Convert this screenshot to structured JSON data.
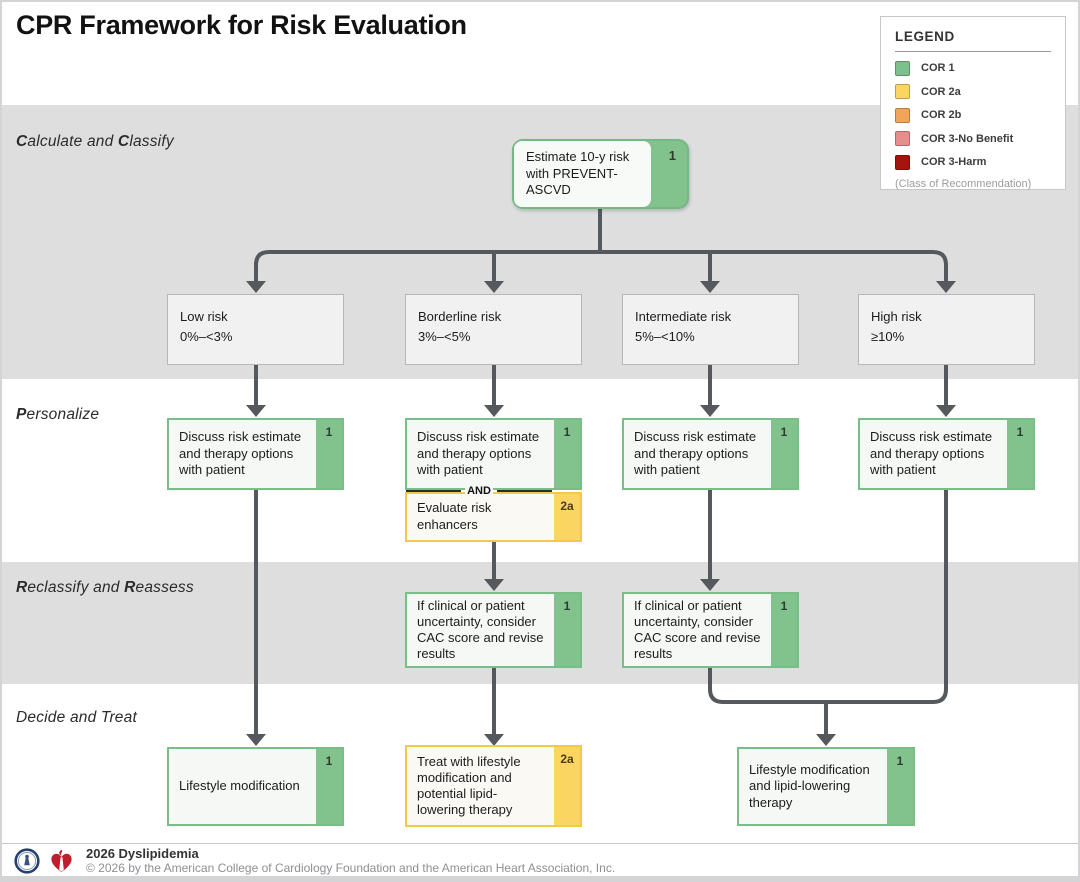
{
  "title": "CPR Framework for Risk Evaluation",
  "legend": {
    "title": "LEGEND",
    "items": [
      {
        "label": "COR 1",
        "color": "#7cc18b"
      },
      {
        "label": "COR 2a",
        "color": "#fbd562"
      },
      {
        "label": "COR 2b",
        "color": "#f2a458"
      },
      {
        "label": "COR 3-No Benefit",
        "color": "#e98c8c"
      },
      {
        "label": "COR 3-Harm",
        "color": "#a4150d"
      }
    ],
    "note": "(Class of Recommendation)"
  },
  "sections": {
    "calculate": {
      "b1": "C",
      "r1": "alculate and ",
      "b2": "C",
      "r2": "lassify"
    },
    "personalize": {
      "b1": "P",
      "r1": "ersonalize"
    },
    "reclassify": {
      "b1": "R",
      "r1": "eclassify and ",
      "b2": "R",
      "r2": "eassess"
    },
    "decide": {
      "r1": "Decide and Treat"
    }
  },
  "flow": {
    "estimate": {
      "text": "Estimate 10-y risk with PREVENT-ASCVD",
      "cor": "1"
    },
    "risk_categories": [
      {
        "title": "Low risk",
        "range": "0%–<3%"
      },
      {
        "title": "Borderline risk",
        "range": "3%–<5%"
      },
      {
        "title": "Intermediate risk",
        "range": "5%–<10%"
      },
      {
        "title": "High risk",
        "range": "≥10%"
      }
    ],
    "discuss": {
      "text": "Discuss risk estimate and therapy options with patient",
      "cor": "1"
    },
    "and_label": "AND",
    "evaluate": {
      "text": "Evaluate risk enhancers",
      "cor": "2a"
    },
    "cac": {
      "text": "If clinical or patient uncertainty, consider CAC score and revise results",
      "cor": "1"
    },
    "treat_low": {
      "text": "Lifestyle modification",
      "cor": "1"
    },
    "treat_borderline": {
      "text": "Treat with lifestyle modification and potential lipid-lowering therapy",
      "cor": "2a"
    },
    "treat_high": {
      "text": "Lifestyle modification and lipid-lowering therapy",
      "cor": "1"
    }
  },
  "footer": {
    "program": "2026 Dyslipidemia",
    "copyright": "© 2026 by the American College of Cardiology Foundation and the American Heart Association, Inc.",
    "logos": [
      "acc-logo",
      "aha-heart-torch-logo"
    ]
  },
  "colors": {
    "cor1": "#7cc18b",
    "cor2a": "#fbd562",
    "cor2b": "#f2a458",
    "cor3_no_benefit": "#e98c8c",
    "cor3_harm": "#a4150d",
    "arrow": "#55585c",
    "band_gray": "#dededf"
  }
}
